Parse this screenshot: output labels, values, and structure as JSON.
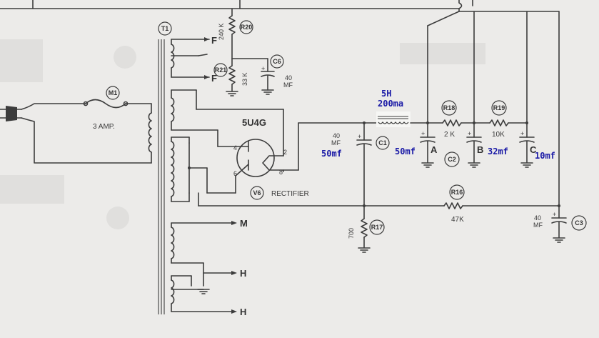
{
  "diagram": {
    "transformer": "T1",
    "meter": "M1",
    "fuse": "3 AMP.",
    "tube": "5U4G",
    "tube_ref": "V6",
    "tube_desc": "RECTIFIER",
    "pins": {
      "p4": "4",
      "p6": "6",
      "p2": "2",
      "p8": "8"
    },
    "r20": {
      "tag": "R20",
      "value": "240 K"
    },
    "r21": {
      "tag": "R21",
      "value": "33 K"
    },
    "c6": {
      "tag": "C6",
      "value": "40",
      "unit": "MF"
    },
    "f_top": "F",
    "f_bottom": "F",
    "c1": {
      "tag": "C1",
      "value": "40",
      "unit": "MF"
    },
    "choke_note": {
      "line1": "5H",
      "line2": "200ma"
    },
    "r18": {
      "tag": "R18",
      "value": "2 K"
    },
    "r19": {
      "tag": "R19",
      "value": "10K"
    },
    "c2": {
      "tag": "C2",
      "sec_a": "A",
      "sec_b": "B",
      "sec_c": "C"
    },
    "r16": {
      "tag": "R16",
      "value": "47K"
    },
    "r17": {
      "tag": "R17",
      "value": "700"
    },
    "c3": {
      "tag": "C3",
      "value": "40",
      "unit": "MF"
    },
    "outputs": {
      "m": "M",
      "h1": "H",
      "h2": "H"
    },
    "annotations": {
      "c1": "50mf",
      "a": "50mf",
      "b": "32mf",
      "c": "10mf"
    }
  }
}
